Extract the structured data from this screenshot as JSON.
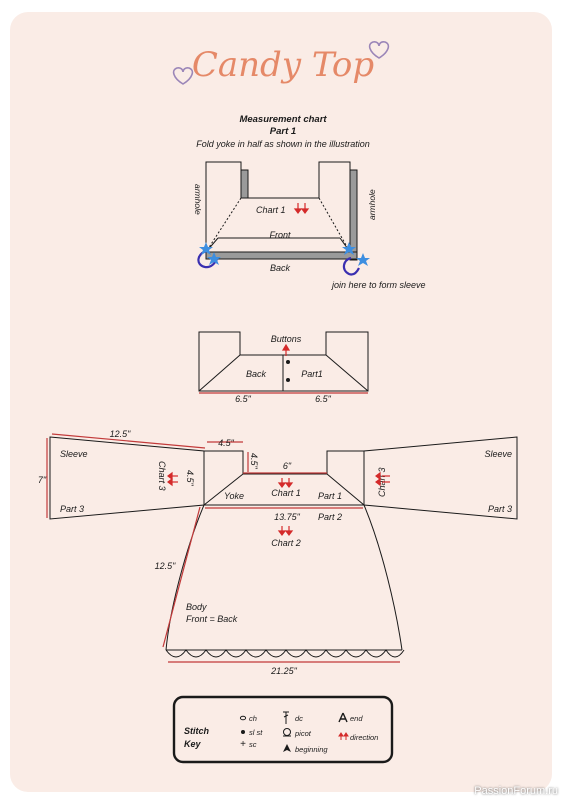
{
  "title": "Candy Top",
  "part1": {
    "heading": "Measurement chart",
    "subheading": "Part 1",
    "instruction": "Fold yoke in half as shown in the illustration",
    "armhole_left": "armhole",
    "armhole_right": "armhole",
    "chart": "Chart 1",
    "front": "Front",
    "back": "Back",
    "join_note": "join here to form sleeve"
  },
  "buttons_diagram": {
    "buttons": "Buttons",
    "back": "Back",
    "part1": "Part1",
    "width_left": "6.5\"",
    "width_right": "6.5\""
  },
  "full_diagram": {
    "sleeve_length": "12.5\"",
    "sleeve_height": "7\"",
    "sleeve_left": "Sleeve",
    "sleeve_right": "Sleeve",
    "part3_left": "Part 3",
    "part3_right": "Part 3",
    "chart3_left": "Chart 3",
    "chart3_right": "Chart 3",
    "armhole_depth": "4.5\"",
    "armhole_width": "4.5\"",
    "yoke_height": "4.5\"",
    "neck_width": "6\"",
    "yoke": "Yoke",
    "chart1": "Chart 1",
    "part1": "Part 1",
    "yoke_width": "13.75\"",
    "part2": "Part 2",
    "chart2": "Chart 2",
    "body_length": "12.5\"",
    "body": "Body",
    "front_back": "Front = Back",
    "hem_width": "21.25\""
  },
  "stitch_key": {
    "title_line1": "Stitch",
    "title_line2": "Key",
    "ch": "ch",
    "sl_st": "sl st",
    "sc": "sc",
    "dc": "dc",
    "picot": "picot",
    "beginning": "beginning",
    "end": "end",
    "direction": "direction"
  },
  "watermark": "PassionForum.ru",
  "colors": {
    "background": "#faece6",
    "title": "#e58968",
    "hearts": "#9b86b8",
    "arrows": "#d42a2a",
    "join_marker": "#3a2fb0",
    "star": "#3d8ee0",
    "measure_line": "#c23a3a"
  }
}
